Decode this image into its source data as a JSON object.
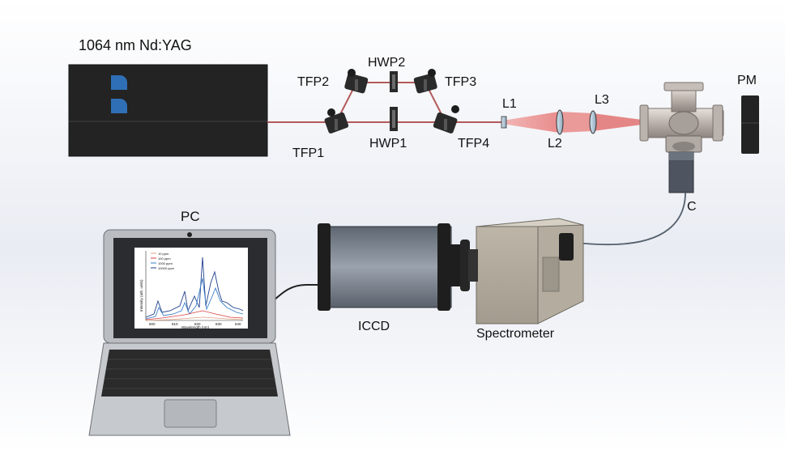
{
  "labels": {
    "laser": "1064 nm Nd:YAG",
    "tfp1": "TFP1",
    "tfp2": "TFP2",
    "tfp3": "TFP3",
    "tfp4": "TFP4",
    "hwp1": "HWP1",
    "hwp2": "HWP2",
    "l1": "L1",
    "l2": "L2",
    "l3": "L3",
    "pm": "PM",
    "c": "C",
    "pc": "PC",
    "iccd": "ICCD",
    "spectrometer": "Spectrometer"
  },
  "screen_plot": {
    "legend": [
      "10 ppm",
      "100 ppm",
      "1000 ppm",
      "10000 ppm"
    ],
    "xlabel": "Wavelength (nm)",
    "ylabel": "Intensity (arb. units)",
    "x_ticks": [
      "800",
      "810",
      "820",
      "830",
      "840"
    ],
    "colors": {
      "10 ppm": "#e0a080",
      "100 ppm": "#d84040",
      "1000 ppm": "#3a7fc8",
      "10000 ppm": "#1f3f8a"
    }
  },
  "colors": {
    "beam": "#e8a0a0",
    "housing": "#262626",
    "accent": "#2f6fb5",
    "chamber": "#c9c2bd"
  }
}
